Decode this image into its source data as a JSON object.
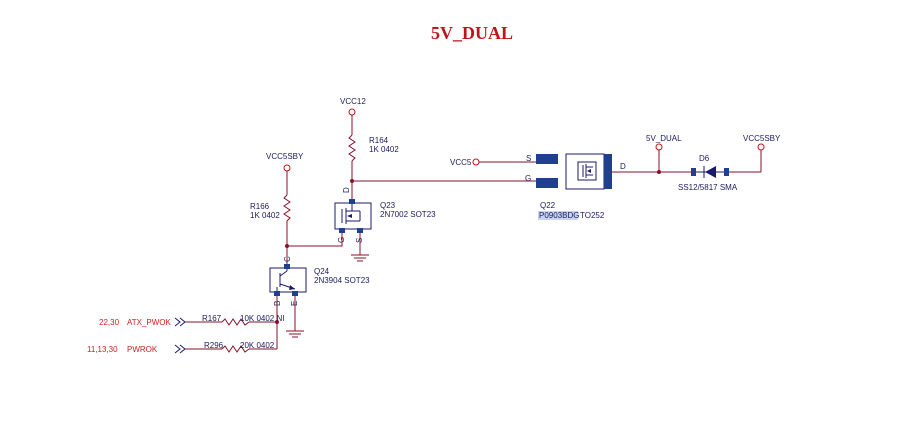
{
  "title": "5V_DUAL",
  "nets": {
    "vcc12": "VCC12",
    "vcc5sby_left": "VCC5SBY",
    "vcc5": "VCC5",
    "out_5v_dual": "5V_DUAL",
    "vcc5sby_right": "VCC5SBY"
  },
  "components": {
    "r164": {
      "ref": "R164",
      "value": "1K 0402"
    },
    "r166": {
      "ref": "R166",
      "value": "1K 0402"
    },
    "q23": {
      "ref": "Q23",
      "value": "2N7002 SOT23",
      "pin_d": "D",
      "pin_g": "G",
      "pin_s": "S"
    },
    "q24": {
      "ref": "Q24",
      "value": "2N3904 SOT23",
      "pin_c": "C",
      "pin_b": "B",
      "pin_e": "E"
    },
    "q22": {
      "ref": "Q22",
      "part": "P0903BDG",
      "package": "TO252",
      "pin_s": "S",
      "pin_g": "G",
      "pin_d": "D"
    },
    "d6": {
      "ref": "D6",
      "value": "SS12/5817 SMA"
    },
    "r167": {
      "ref": "R167",
      "value": "10K 0402 NI"
    },
    "r296": {
      "ref": "R296",
      "value": "20K 0402"
    }
  },
  "ports": {
    "atx_pwok": {
      "name": "ATX_PWOK",
      "pages": "22,30"
    },
    "pwrok": {
      "name": "PWROK",
      "pages": "11,13,30"
    }
  },
  "colors": {
    "title": "#c0141c",
    "wire": "#8a0f2a",
    "symbol": "#1a1a6e",
    "pin": "#1f3f8f",
    "port_text": "#cc2222",
    "highlight": "#c8d4ef"
  }
}
